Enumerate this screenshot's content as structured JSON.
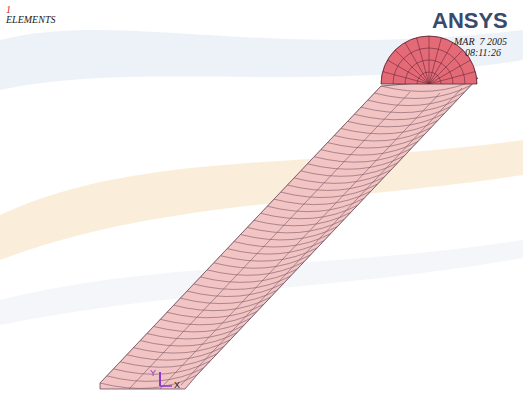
{
  "diagram": {
    "labels": [
      "1",
      "ELEMENTS",
      "ANSYS",
      "MAR  7 2005",
      "08:11:26",
      "Y",
      "X"
    ]
  }
}
